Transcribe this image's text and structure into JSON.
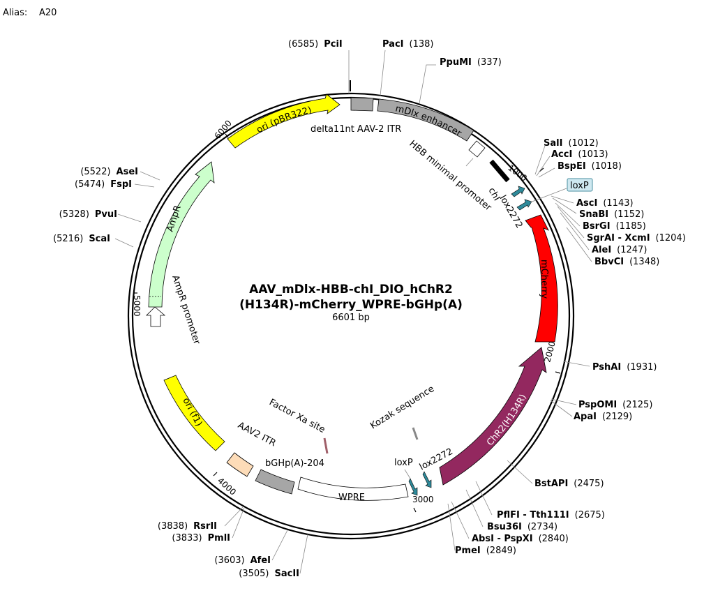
{
  "alias": {
    "label": "Alias:",
    "value": "A20"
  },
  "title": {
    "line1": "AAV_mDlx-HBB-chI_DIO_hChR2",
    "line2": "(H134R)-mCherry_WPRE-bGHp(A)",
    "size": "6601 bp"
  },
  "ruler": [
    {
      "id": "t1000",
      "text": "1000"
    },
    {
      "id": "t2000",
      "text": "2000"
    },
    {
      "id": "t3000",
      "text": "3000"
    },
    {
      "id": "t4000",
      "text": "4000"
    },
    {
      "id": "t5000",
      "text": "5000"
    },
    {
      "id": "t6000",
      "text": "6000"
    }
  ],
  "features": [
    {
      "id": "ori-pbr322",
      "label": "ori (pBR322)",
      "color": "#ffff00"
    },
    {
      "id": "delta-itr",
      "label": "delta11nt AAV-2 ITR",
      "color": "#a6a6a6"
    },
    {
      "id": "mdlx",
      "label": "mDlx enhancer",
      "color": "#a6a6a6"
    },
    {
      "id": "hbb",
      "label": "HBB minimal promoter",
      "color": "#ffffff"
    },
    {
      "id": "chi",
      "label": "chI",
      "color": "#000000"
    },
    {
      "id": "lox2272-a",
      "label": "lox2272",
      "color": "#2e8a9a"
    },
    {
      "id": "loxp-a",
      "label": "loxP",
      "color": "#cfe8f0"
    },
    {
      "id": "mcherry",
      "label": "mCherry",
      "color": "#ff0000"
    },
    {
      "id": "chr2",
      "label": "ChR2(H134R)",
      "color": "#93285f"
    },
    {
      "id": "kozak",
      "label": "Kozak sequence",
      "color": "#a6a6a6"
    },
    {
      "id": "lox2272-b",
      "label": "lox2272",
      "color": "#2e8a9a"
    },
    {
      "id": "loxp-b",
      "label": "loxP",
      "color": "#2e8a9a"
    },
    {
      "id": "wpre",
      "label": "WPRE",
      "color": "#ffffff"
    },
    {
      "id": "factor-xa",
      "label": "Factor Xa site",
      "color": "#a0606a"
    },
    {
      "id": "bghpa",
      "label": "bGHp(A)-204",
      "color": "#a6a6a6"
    },
    {
      "id": "aav2-itr",
      "label": "AAV2 ITR",
      "color": "#fddcb8"
    },
    {
      "id": "ori-f1",
      "label": "ori (f1)",
      "color": "#ffff00"
    },
    {
      "id": "ampr-promoter",
      "label": "AmpR promoter",
      "color": "#ffffff"
    },
    {
      "id": "ampr",
      "label": "AmpR",
      "color": "#ccffcc"
    }
  ],
  "sites": [
    {
      "id": "pcii",
      "name": "PciI",
      "pos": "(6585)"
    },
    {
      "id": "paci",
      "name": "PacI",
      "pos": "(138)"
    },
    {
      "id": "ppumi",
      "name": "PpuMI",
      "pos": "(337)"
    },
    {
      "id": "sali",
      "name": "SalI",
      "pos": "(1012)"
    },
    {
      "id": "acci",
      "name": "AccI",
      "pos": "(1013)"
    },
    {
      "id": "bspei",
      "name": "BspEI",
      "pos": "(1018)"
    },
    {
      "id": "asci",
      "name": "AscI",
      "pos": "(1143)"
    },
    {
      "id": "snabi",
      "name": "SnaBI",
      "pos": "(1152)"
    },
    {
      "id": "bsrgi",
      "name": "BsrGI",
      "pos": "(1185)"
    },
    {
      "id": "sgrai",
      "name": "SgrAI - XcmI",
      "pos": "(1204)"
    },
    {
      "id": "alei",
      "name": "AleI",
      "pos": "(1247)"
    },
    {
      "id": "bbvci",
      "name": "BbvCI",
      "pos": "(1348)"
    },
    {
      "id": "pshai",
      "name": "PshAI",
      "pos": "(1931)"
    },
    {
      "id": "pspomi",
      "name": "PspOMI",
      "pos": "(2125)"
    },
    {
      "id": "apai",
      "name": "ApaI",
      "pos": "(2129)"
    },
    {
      "id": "bstapi",
      "name": "BstAPI",
      "pos": "(2475)"
    },
    {
      "id": "pflfi",
      "name": "PflFI - Tth111I",
      "pos": "(2675)"
    },
    {
      "id": "bsu36i",
      "name": "Bsu36I",
      "pos": "(2734)"
    },
    {
      "id": "absi",
      "name": "AbsI - PspXI",
      "pos": "(2840)"
    },
    {
      "id": "pmei",
      "name": "PmeI",
      "pos": "(2849)"
    },
    {
      "id": "sacii",
      "name": "SacII",
      "pos": "(3505)"
    },
    {
      "id": "afei",
      "name": "AfeI",
      "pos": "(3603)"
    },
    {
      "id": "pmli",
      "name": "PmlI",
      "pos": "(3833)"
    },
    {
      "id": "rsrii",
      "name": "RsrII",
      "pos": "(3838)"
    },
    {
      "id": "scai",
      "name": "ScaI",
      "pos": "(5216)"
    },
    {
      "id": "pvui",
      "name": "PvuI",
      "pos": "(5328)"
    },
    {
      "id": "fspi",
      "name": "FspI",
      "pos": "(5474)"
    },
    {
      "id": "asei",
      "name": "AseI",
      "pos": "(5522)"
    }
  ]
}
